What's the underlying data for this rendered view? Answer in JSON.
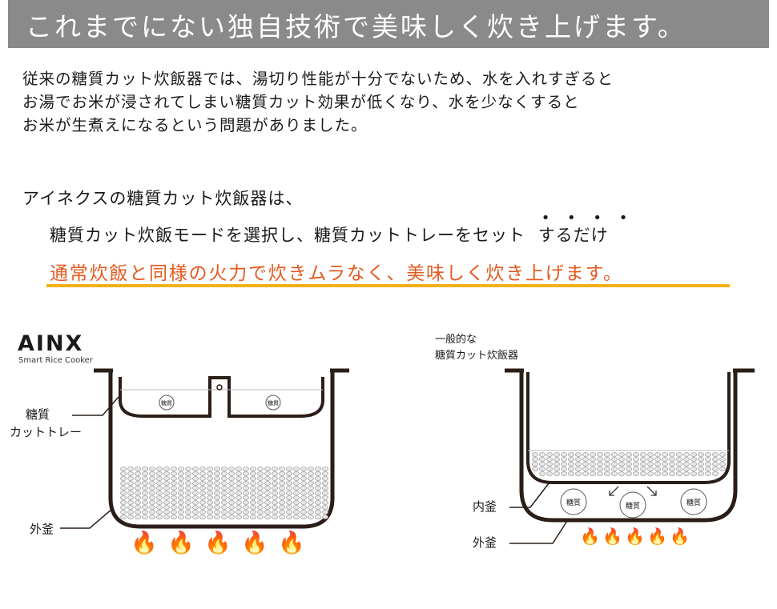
{
  "header": {
    "title": "これまでにない独自技術で美味しく炊き上げます。"
  },
  "intro": {
    "lines": [
      "従来の糖質カット炊飯器では、湯切り性能が十分でないため、水を入れすぎると",
      "お湯でお米が浸されてしまい糖質カット効果が低くなり、水を少なくすると",
      "お米が生煮えになるという問題がありました。"
    ]
  },
  "ainx": {
    "lead": "アイネクスの糖質カット炊飯器は、",
    "step": "糖質カット炊飯モードを選択し、糖質カットトレーをセット",
    "emph": "するだけ",
    "dots": "• • • •",
    "highlight": "通常炊飯と同様の火力で炊きムラなく、美味しく炊き上げます。",
    "colors": {
      "highlight": "#e35a1f",
      "underline": "#f2b11a",
      "header": "#8a8a8a"
    }
  },
  "diagram_left": {
    "logo": "AINX",
    "logo_sub": "Smart Rice Cooker",
    "label_tray_1": "糖質",
    "label_tray_2": "カットトレー",
    "label_outer": "外釜",
    "chip": "糖質",
    "flame_icon": "🔥"
  },
  "diagram_right": {
    "title_1": "一般的な",
    "title_2": "糖質カット炊飯器",
    "label_inner": "内釜",
    "label_outer": "外釜",
    "chip": "糖質",
    "flame_icon": "🔥"
  }
}
